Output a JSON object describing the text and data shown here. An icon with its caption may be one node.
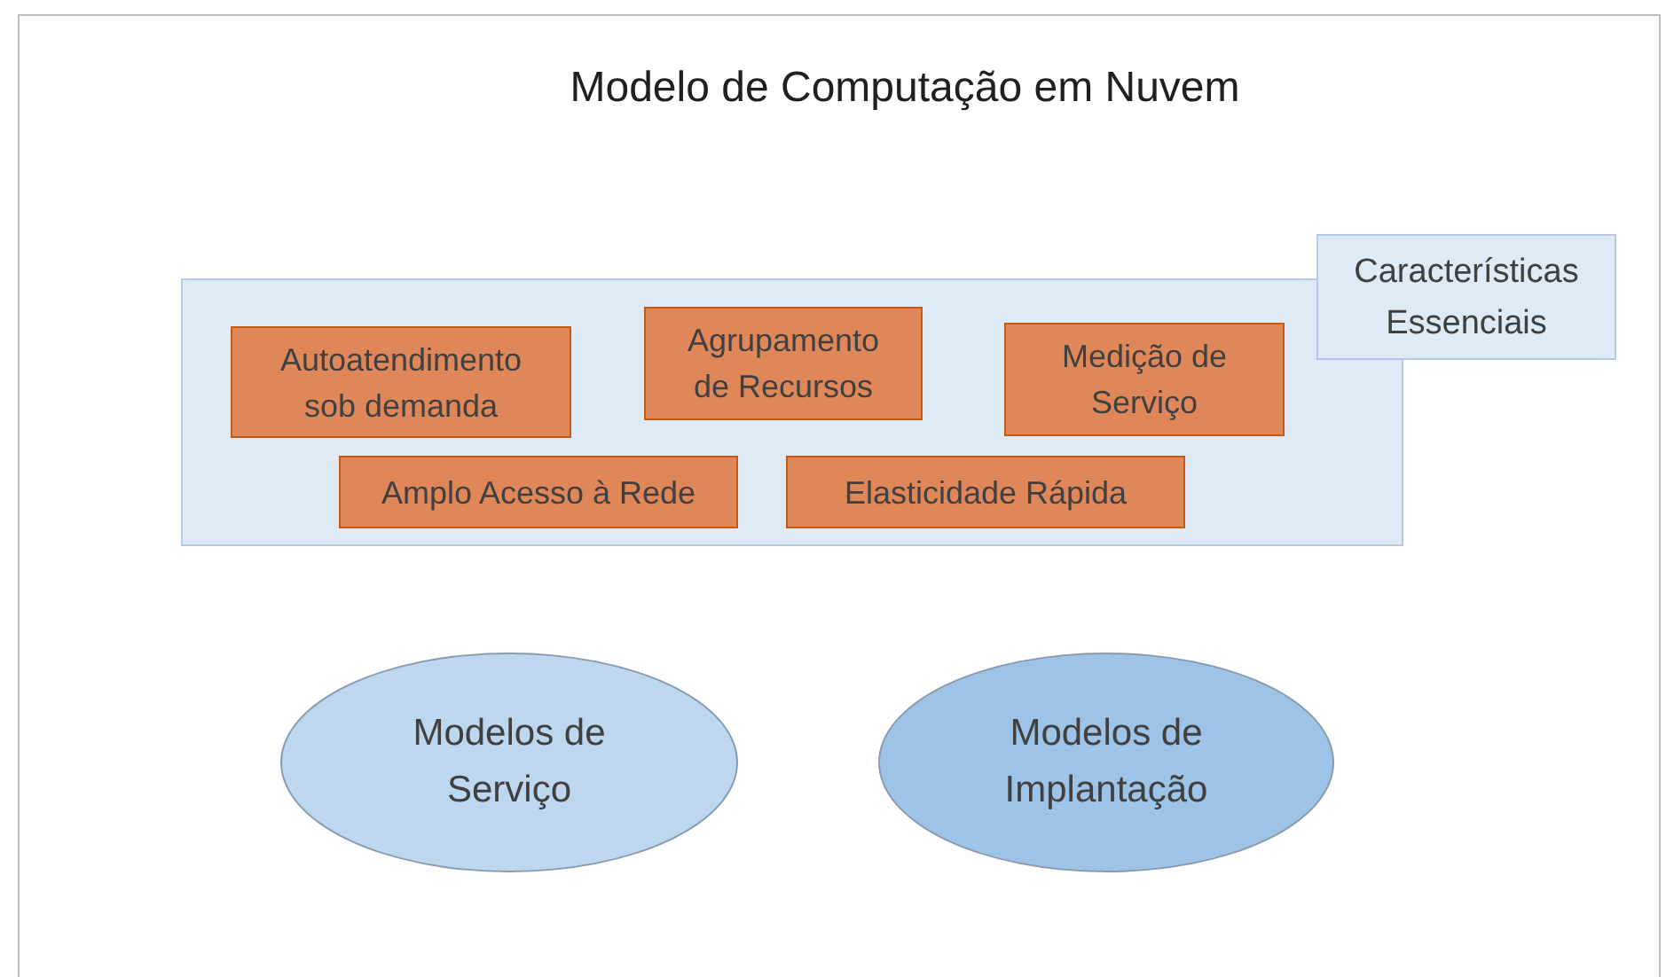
{
  "diagram": {
    "title": "Modelo de Computação em Nuvem",
    "nodes": [
      {
        "text": [],
        "shape": "box"
      },
      {
        "text": [
          "Autoatendimento sob demanda"
        ],
        "in": 0
      },
      {
        "text": [
          "Agrupamento de Recursos"
        ],
        "in": 0
      },
      {
        "text": [
          "Medição de Serviço"
        ],
        "in": 0
      },
      {
        "text": [
          "Amplo Acesso à Rede"
        ],
        "in": 0
      },
      {
        "text": [
          "Elasticidade Rápida"
        ],
        "in": 0
      },
      {
        "text": [
          "Características Essenciais"
        ]
      },
      {
        "text": [
          "Modelos de Serviço"
        ]
      },
      {
        "text": [
          "Modelos de Implantação"
        ]
      }
    ]
  }
}
